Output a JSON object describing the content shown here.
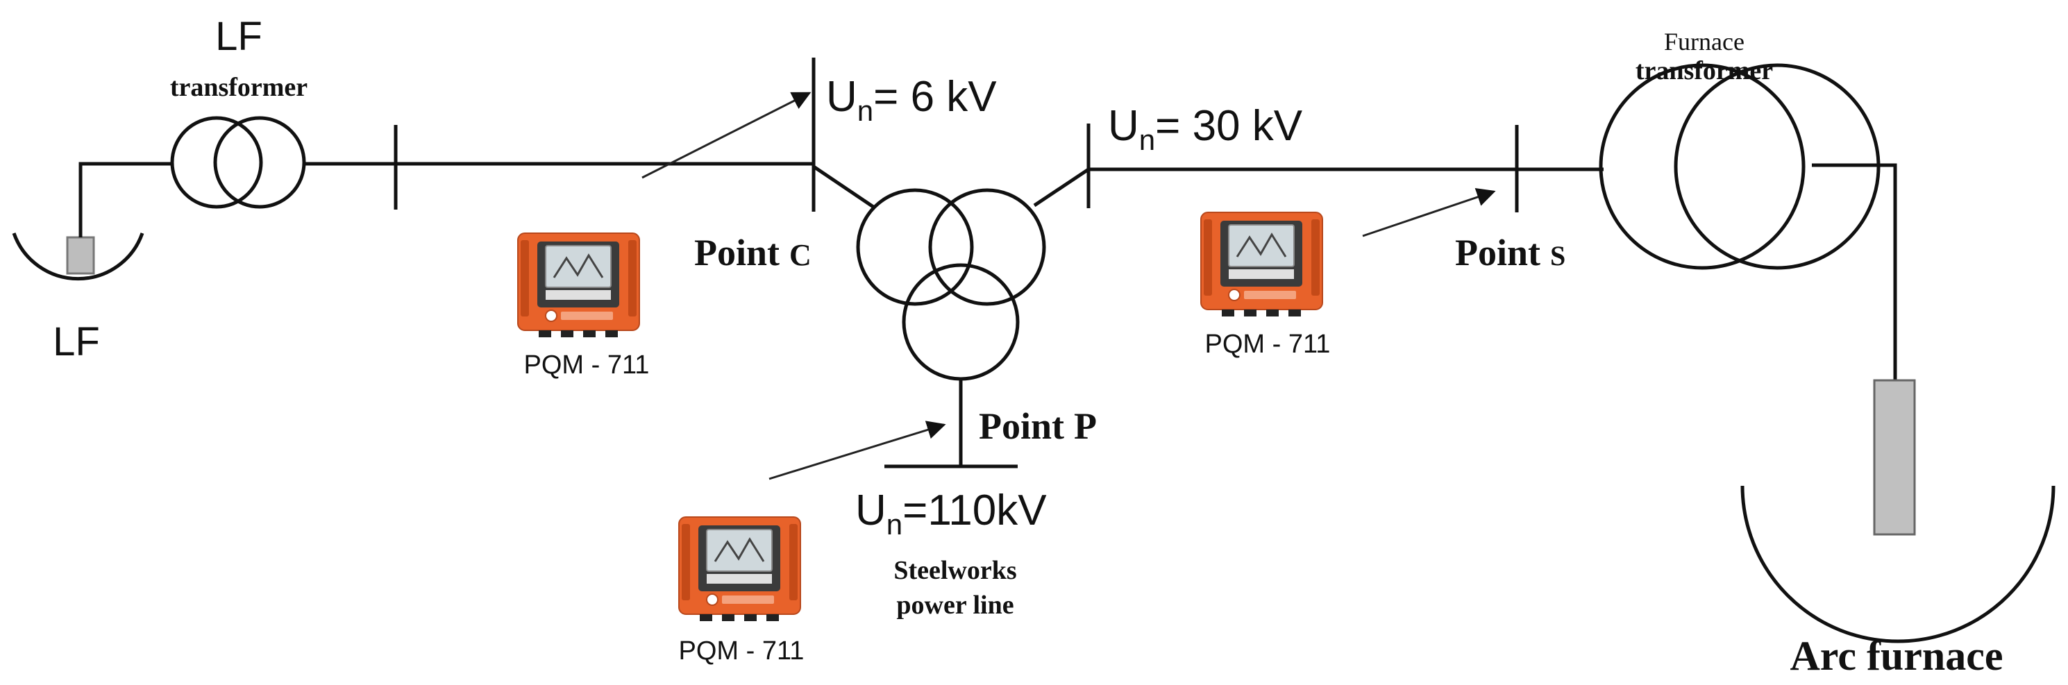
{
  "labels": {
    "lf_top": "LF",
    "lf_transformer": "transformer",
    "lf_bottom": "LF",
    "bus_6kv_u": "U",
    "bus_6kv_sub": "n",
    "bus_6kv_val": "= 6 kV",
    "bus_30kv_u": "U",
    "bus_30kv_sub": "n",
    "bus_30kv_val": "= 30 kV",
    "bus_110kv_u": "U",
    "bus_110kv_sub": "n",
    "bus_110kv_val": "=110kV",
    "furnace_transformer_1": "Furnace",
    "furnace_transformer_2": "transformer",
    "point_c_word": "Point",
    "point_c_letter": "C",
    "point_s_word": "Point",
    "point_s_letter": "S",
    "point_p_word": "Point",
    "point_p_letter": "P",
    "steelworks_1": "Steelworks",
    "steelworks_2": "power line",
    "arc_furnace": "Arc furnace"
  },
  "meters": [
    {
      "id": "meter-c",
      "label": "PQM - 711"
    },
    {
      "id": "meter-s",
      "label": "PQM - 711"
    },
    {
      "id": "meter-p",
      "label": "PQM - 711"
    }
  ],
  "colors": {
    "line": "#111111",
    "meter_body": "#e8622a",
    "meter_dark": "#c44a18",
    "meter_screen": "#cfd8dc",
    "furnace_electrode": "#c0c0c0"
  }
}
